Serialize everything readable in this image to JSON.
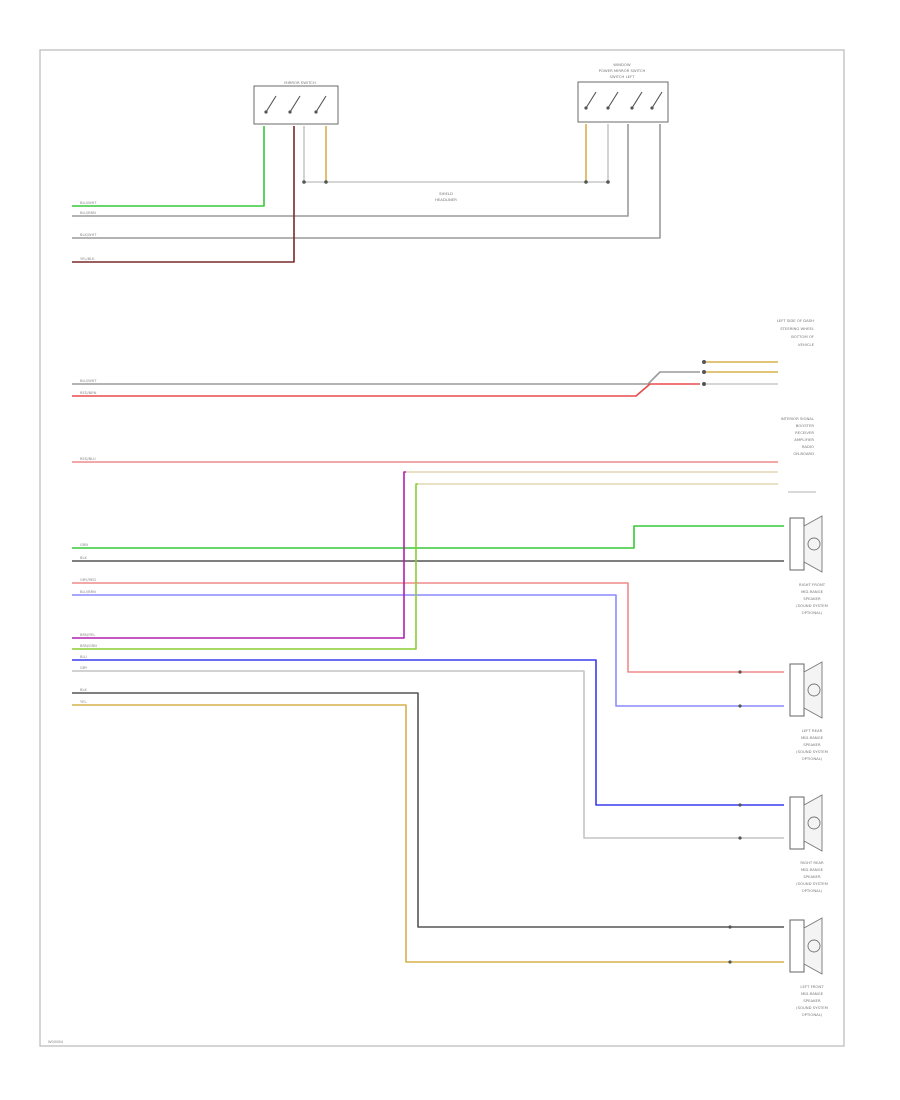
{
  "diagram": {
    "footer_tag": "W00084",
    "components": {
      "mirror_switch_left": {
        "label": "MIRROR SWITCH"
      },
      "mirror_switch_right": {
        "label_lines": [
          "WINDOW",
          "POWER MIRROR SWITCH",
          "SWITCH LEFT"
        ]
      },
      "splice": {
        "label_lines": [
          "SHIELD",
          "HEADLINER"
        ]
      },
      "sensor_group_1": {
        "label_lines": [
          "LEFT SIDE OF DASH",
          "STEERING WHEEL",
          "BOTTOM OF",
          "VEHICLE"
        ]
      },
      "sensor_group_2": {
        "label_lines": [
          "INTERIOR SIGNAL",
          "BOOSTER",
          "RECEIVER",
          "AMPLIFIER",
          "RADIO",
          "ON-BOARD"
        ]
      },
      "speaker_1": {
        "label_lines": [
          "RIGHT FRONT",
          "MID-RANGE",
          "SPEAKER",
          "(SOUND SYSTEM",
          "OPTIONAL)"
        ]
      },
      "speaker_2": {
        "label_lines": [
          "LEFT REAR",
          "MID-RANGE",
          "SPEAKER",
          "(SOUND SYSTEM",
          "OPTIONAL)"
        ]
      },
      "speaker_3": {
        "label_lines": [
          "RIGHT REAR",
          "MID-RANGE",
          "SPEAKER",
          "(SOUND SYSTEM",
          "OPTIONAL)"
        ]
      },
      "speaker_4": {
        "label_lines": [
          "LEFT FRONT",
          "MID-RANGE",
          "SPEAKER",
          "(SOUND SYSTEM",
          "OPTIONAL)"
        ]
      }
    },
    "wire_colors": {
      "green": "#36c936",
      "dark_gray": "#555555",
      "gray": "#9a9a9a",
      "light_gray": "#c4c4c4",
      "red": "#e84a4a",
      "pink": "#f08a8a",
      "blue": "#3a3af0",
      "light_blue": "#8a8aff",
      "tan": "#d8c080",
      "yellow_tan": "#d6b04a",
      "magenta": "#b020b0",
      "olive": "#8acd30",
      "brown_red": "#7a2a2a",
      "beige": "#e2d6b2"
    },
    "wire_tags": {
      "w1": "BLU/WHT",
      "w2": "BLU/BRN",
      "w3": "BLK/WHT",
      "w4": "YEL/BLK",
      "w5": "BLU/WHT",
      "w6": "RED/BRN",
      "w7": "RED/BLU",
      "w8": "GRN",
      "w9": "BLK",
      "w10": "GRY/RED",
      "w11": "BLU/BRN",
      "w12": "BRN/YEL",
      "w13": "BRN/GRN",
      "w14": "BLU",
      "w15": "GRY",
      "w16": "BLK",
      "w17": "YEL"
    }
  }
}
